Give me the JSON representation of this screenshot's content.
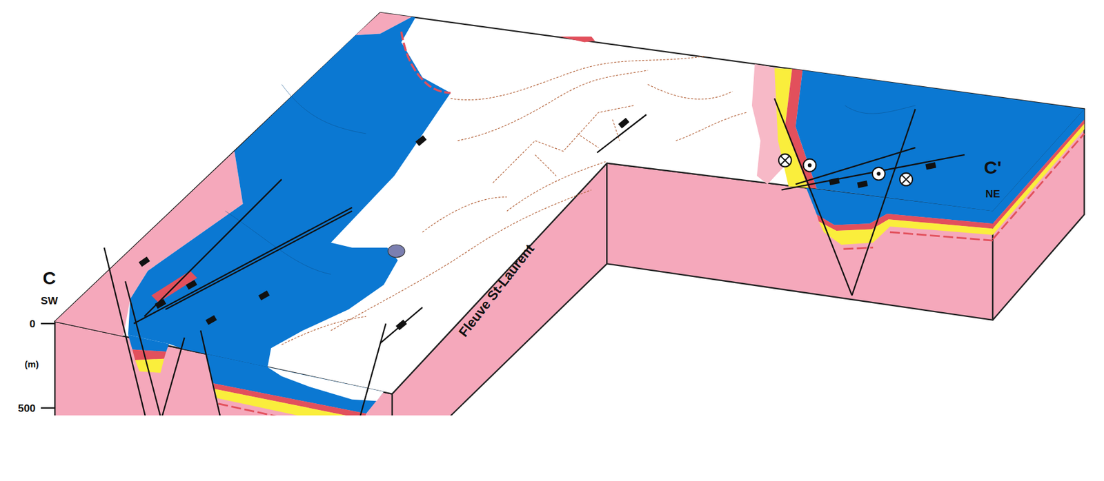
{
  "diagram": {
    "labels": [
      "C",
      "SW",
      "0",
      "(m)",
      "500",
      "Fleuve St-Laurent",
      "C'",
      "NE"
    ]
  }
}
